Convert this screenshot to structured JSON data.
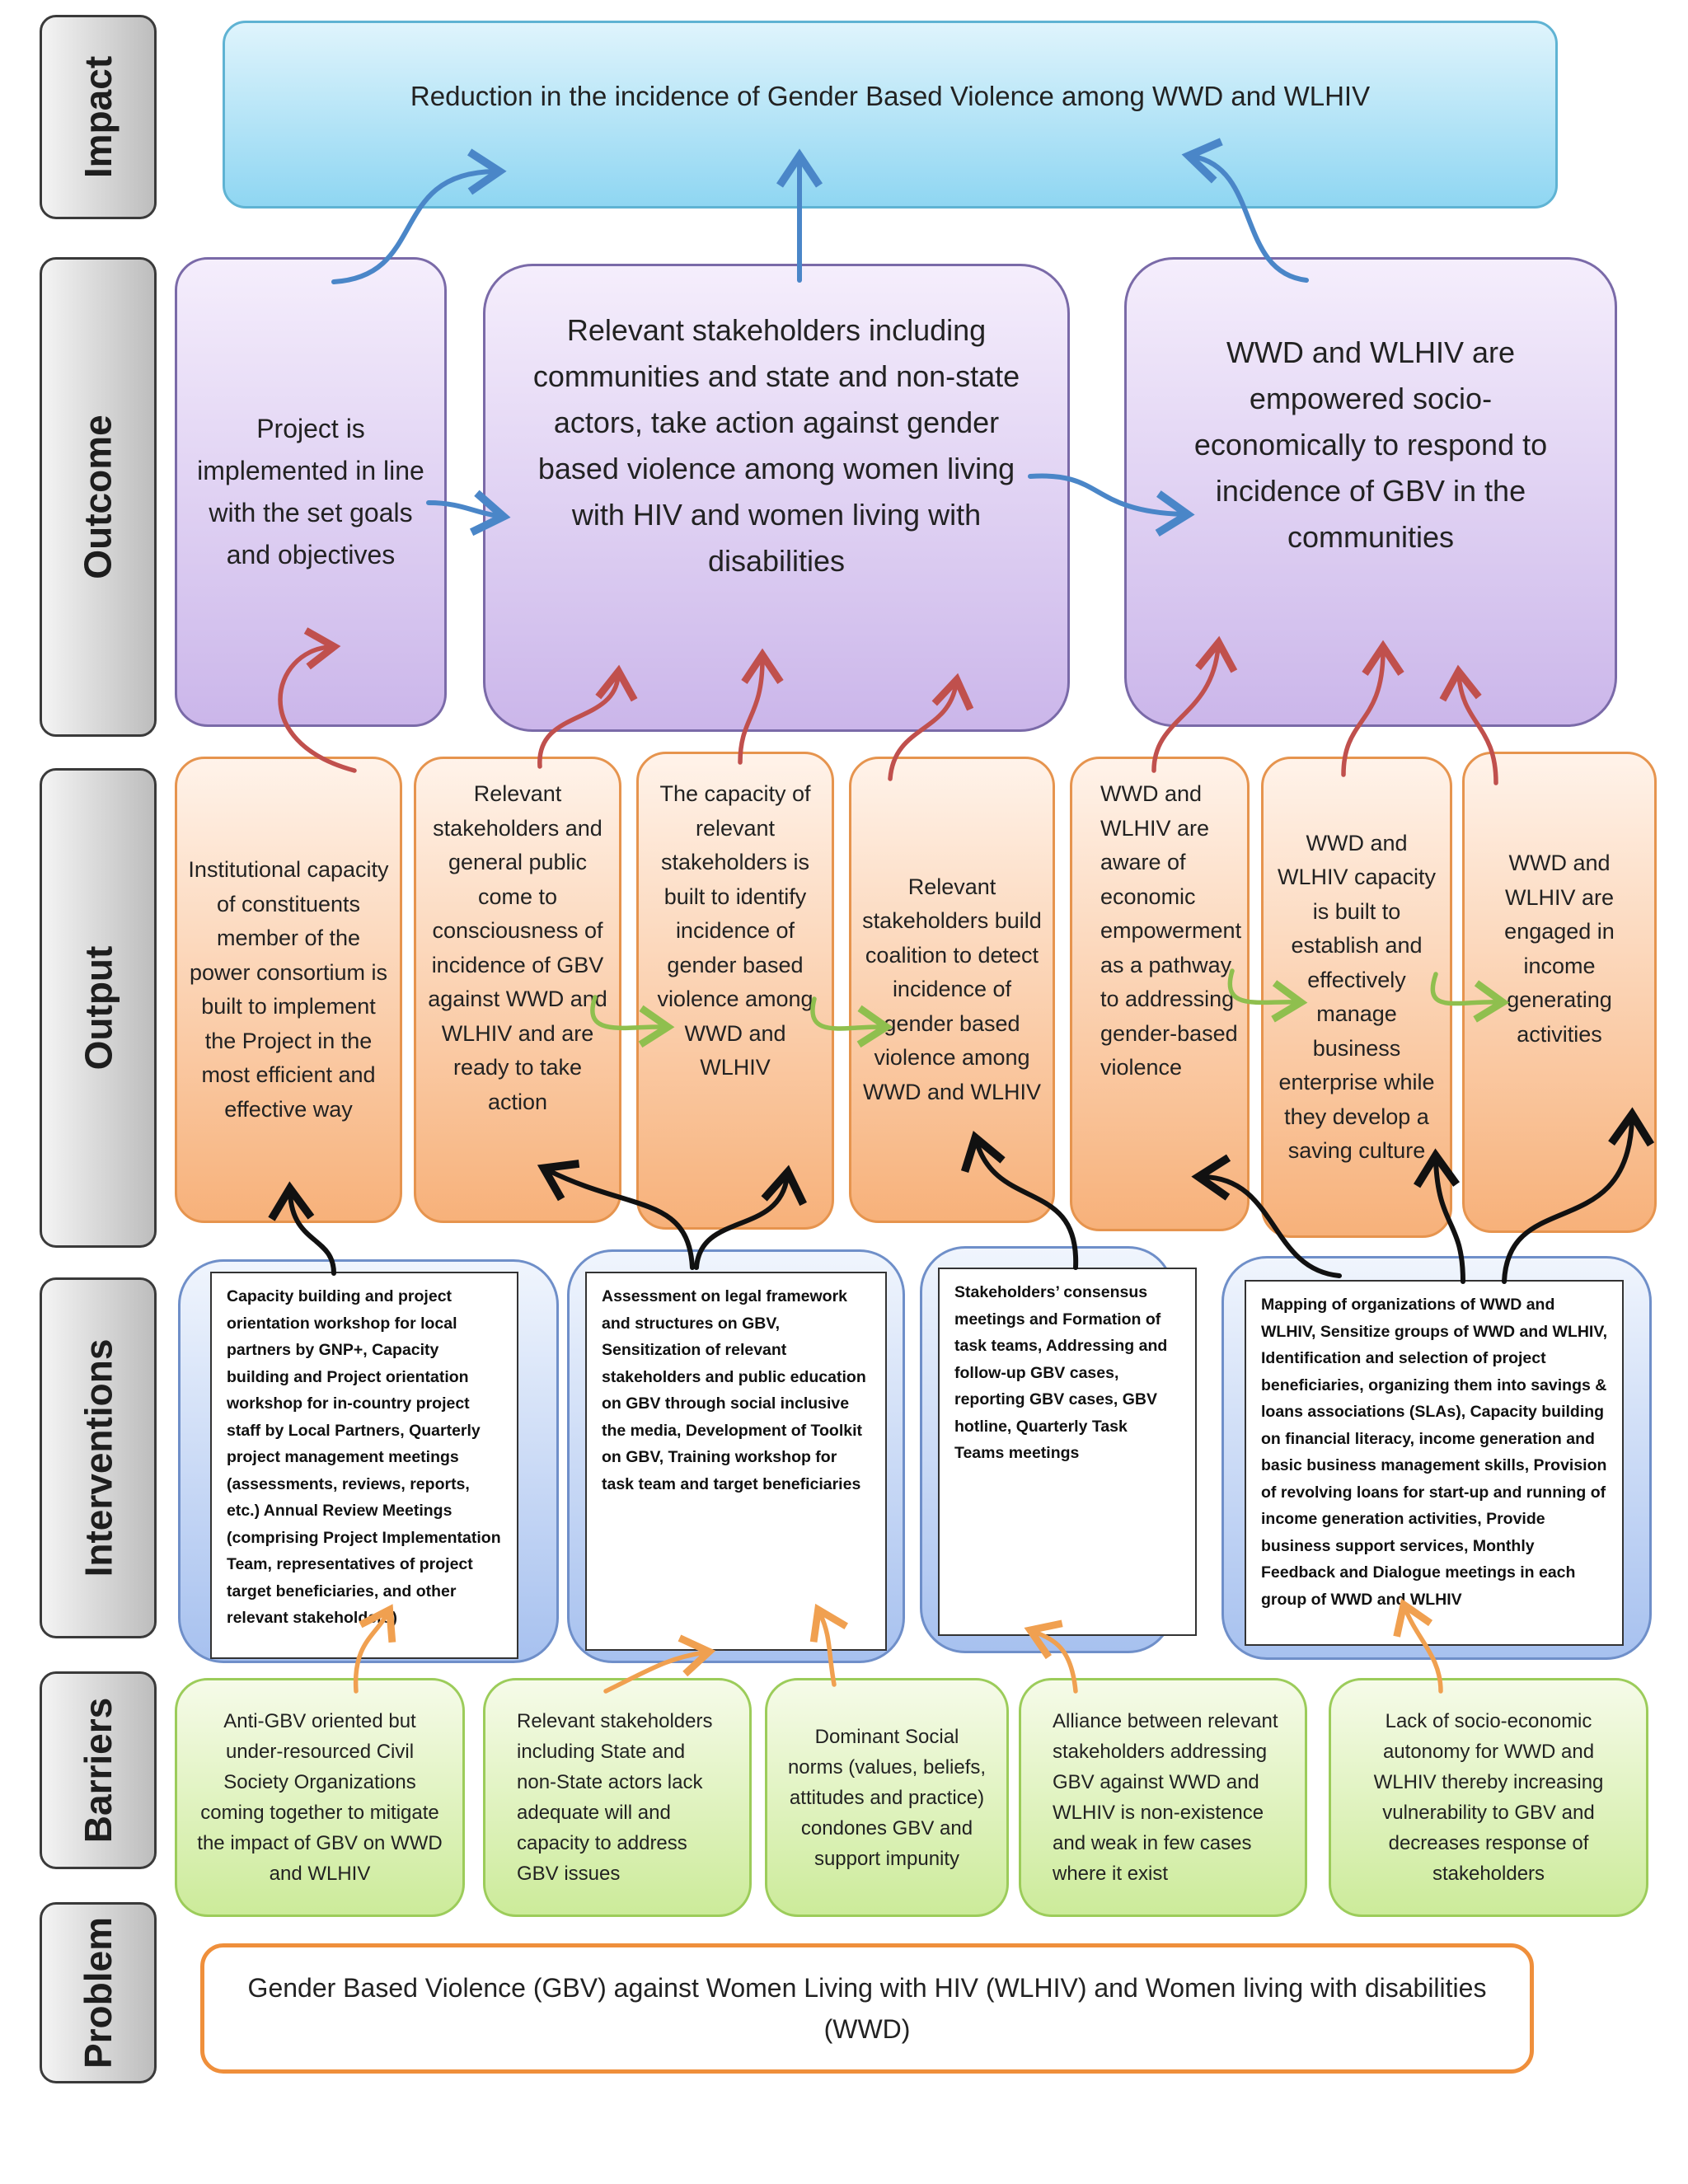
{
  "labels": {
    "impact": "Impact",
    "outcome": "Outcome",
    "output": "Output",
    "interventions": "Interventions",
    "barriers": "Barriers",
    "problem": "Problem"
  },
  "impact": {
    "text": "Reduction in the incidence of Gender Based Violence among WWD and WLHIV"
  },
  "outcomes": [
    "Project is implemented in line with the set goals and objectives",
    "Relevant stakeholders including communities and state and non-state actors, take action against gender based violence among women living with HIV and women living with disabilities",
    "WWD and WLHIV are empowered socio-economically to respond to incidence of GBV in the communities"
  ],
  "outputs": [
    "Institutional capacity of constituents member of the power consortium is built to implement the Project in the most efficient and effective way",
    "Relevant stakeholders and general public come to consciousness of incidence of GBV against WWD and WLHIV and are ready to take action",
    "The capacity of relevant stakeholders is built to identify incidence of gender based violence among WWD and WLHIV",
    "Relevant stakeholders build coalition to detect incidence of gender based violence among WWD and WLHIV",
    "WWD and WLHIV are aware of economic empowerment as a pathway to addressing gender-based violence",
    "WWD and WLHIV capacity is built to establish and effectively manage business enterprise while they develop a saving culture",
    "WWD and WLHIV are engaged in income generating activities"
  ],
  "interventions": [
    "Capacity building and project orientation workshop for local partners by GNP+, Capacity building and Project orientation workshop for in-country project staff by Local Partners, Quarterly project management meetings (assessments, reviews, reports, etc.) Annual Review Meetings (comprising Project Implementation Team, representatives of project target beneficiaries, and other relevant stakeholders)",
    "Assessment on legal framework and structures on GBV, Sensitization of relevant stakeholders and public education on GBV through social inclusive the media, Development of Toolkit on GBV, Training workshop for task team and target beneficiaries",
    "Stakeholders’ consensus meetings and Formation of task teams, Addressing and follow-up GBV cases, reporting GBV cases, GBV hotline, Quarterly Task Teams meetings",
    "Mapping of organizations of WWD and WLHIV, Sensitize groups of WWD and WLHIV, Identification and selection of project beneficiaries, organizing them into savings & loans associations (SLAs), Capacity building on financial literacy, income generation and basic business management skills, Provision of revolving loans for start-up and running of income generation activities, Provide business support services, Monthly Feedback and Dialogue meetings in each group of WWD and WLHIV"
  ],
  "barriers": [
    "Anti-GBV oriented but under-resourced Civil Society Organizations coming together to mitigate the impact of GBV on WWD and WLHIV",
    "Relevant stakeholders including State and non-State actors lack adequate will and capacity to address GBV issues",
    "Dominant Social norms (values, beliefs, attitudes and practice) condones GBV and support impunity",
    "Alliance between relevant stakeholders addressing GBV against WWD and WLHIV is non-existence and weak in few cases where it exist",
    "Lack of socio-economic autonomy for WWD and WLHIV thereby increasing vulnerability to GBV and decreases response of stakeholders"
  ],
  "problem": {
    "text": "Gender Based Violence (GBV) against Women Living with HIV (WLHIV) and Women living with disabilities (WWD)"
  },
  "colors": {
    "impact_fill": "#8fd6f2",
    "outcome_fill": "#cbb6ea",
    "output_fill": "#f7b17a",
    "intervention_fill": "#a7c1ef",
    "barrier_fill": "#cceb9a",
    "problem_border": "#ef8f3b",
    "arrow_blue": "#4a86c8",
    "arrow_red": "#c0504d",
    "arrow_green": "#8fbf4e",
    "arrow_black": "#111111",
    "arrow_orange": "#f0a050"
  }
}
